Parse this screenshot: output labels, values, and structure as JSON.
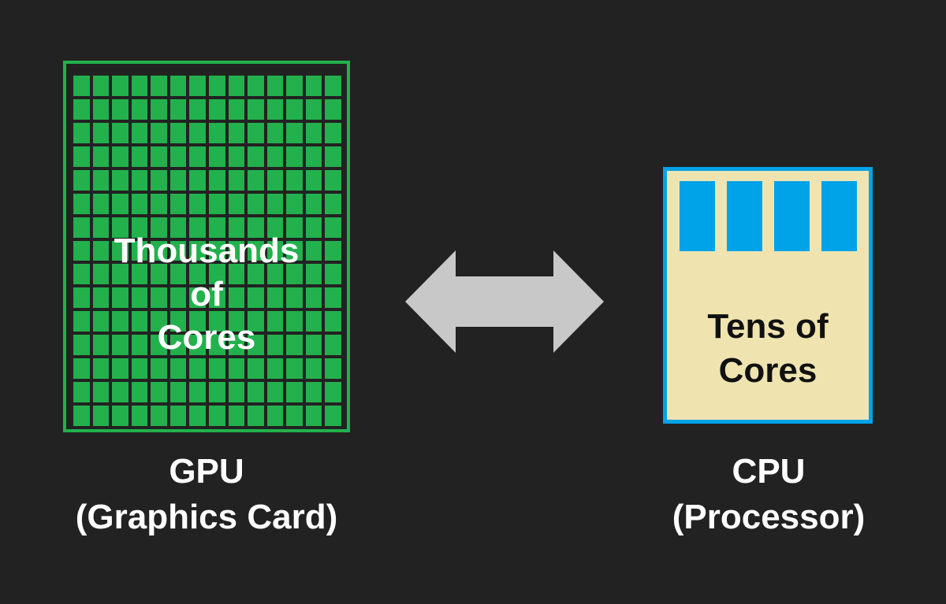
{
  "colors": {
    "background": "#222222",
    "gpu_green": "#22b14c",
    "cpu_blue": "#00a2e8",
    "cpu_fill": "#efe4b0",
    "arrow_gray": "#c8c8c8"
  },
  "gpu": {
    "core_grid": {
      "columns": 14,
      "rows": 15
    },
    "label_lines": [
      "Thousands",
      "of",
      "Cores"
    ],
    "caption_title": "GPU",
    "caption_subtitle": "(Graphics Card)"
  },
  "cpu": {
    "core_count": 4,
    "label_lines": [
      "Tens of",
      "Cores"
    ],
    "caption_title": "CPU",
    "caption_subtitle": "(Processor)"
  },
  "arrow": {
    "icon": "double-headed-arrow-icon"
  }
}
